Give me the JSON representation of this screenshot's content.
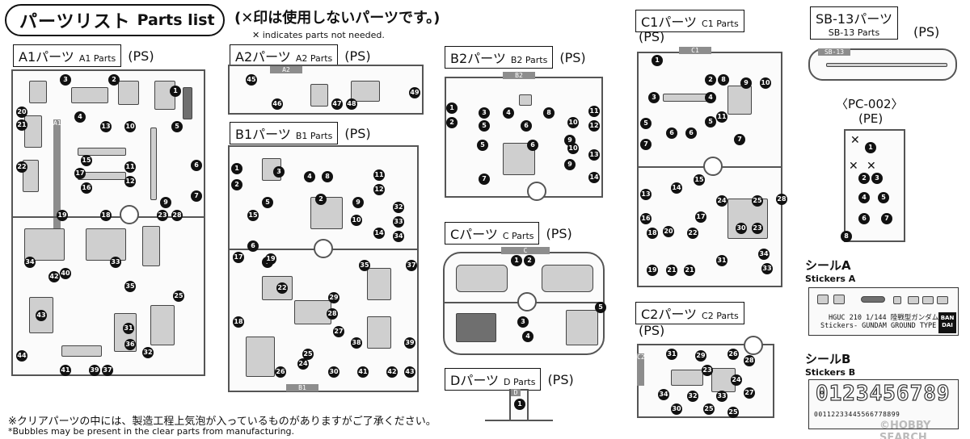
{
  "header": {
    "title_ja": "パーツリスト",
    "title_en": "Parts list",
    "note_ja": "(✕印は使用しないパーツです。)",
    "note_en": "✕ indicates parts not needed."
  },
  "runners": {
    "a1": {
      "ja": "A1パーツ",
      "en": "A1 Parts",
      "material": "(PS)",
      "tag": "A1"
    },
    "a2": {
      "ja": "A2パーツ",
      "en": "A2 Parts",
      "material": "(PS)",
      "tag": "A2"
    },
    "b1": {
      "ja": "B1パーツ",
      "en": "B1 Parts",
      "material": "(PS)",
      "tag": "B1"
    },
    "b2": {
      "ja": "B2パーツ",
      "en": "B2 Parts",
      "material": "(PS)",
      "tag": "B2"
    },
    "c": {
      "ja": "Cパーツ",
      "en": "C Parts",
      "material": "(PS)",
      "tag": "C"
    },
    "d": {
      "ja": "Dパーツ",
      "en": "D Parts",
      "material": "(PS)",
      "tag": "D"
    },
    "c1": {
      "ja": "C1パーツ",
      "en": "C1 Parts",
      "material": "(PS)",
      "tag": "C1"
    },
    "c2": {
      "ja": "C2パーツ",
      "en": "C2 Parts",
      "material": "(PS)",
      "tag": "C2"
    },
    "sb13": {
      "ja": "SB-13パーツ",
      "en": "SB-13 Parts",
      "material": "(PS)",
      "tag": "SB-13"
    },
    "pc002": {
      "name": "〈PC-002〉",
      "material": "(PE)"
    }
  },
  "stickers": {
    "a": {
      "ja": "シールA",
      "en": "Stickers A",
      "line1": "HGUC 210 1/144 陸戦型ガンダム",
      "line2": "Stickers- GUNDAM GROUND TYPE",
      "logo": "BAN DAI"
    },
    "b": {
      "ja": "シールB",
      "en": "Stickers B",
      "digits": "0123456789",
      "small": "00112233445566778899"
    }
  },
  "footer": {
    "ja": "※クリアパーツの中には、製造工程上気泡が入っているものがありますがご了承ください。",
    "en": "*Bubbles may be present in the clear parts from manufacturing."
  },
  "watermark": "©HOBBY SEARCH",
  "icons": [
    "cross-mark-icon"
  ]
}
